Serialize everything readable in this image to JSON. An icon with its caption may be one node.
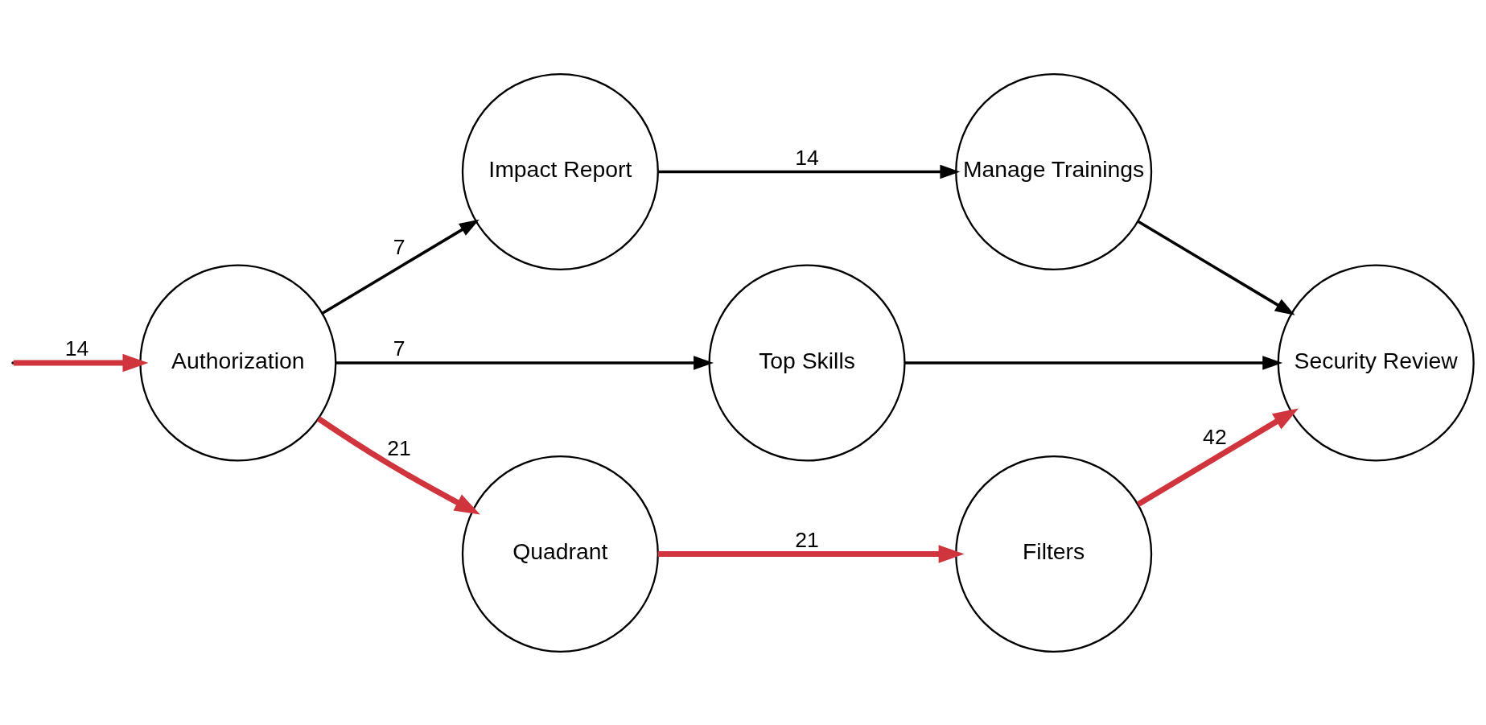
{
  "diagram": {
    "nodes": [
      {
        "text": [
          "Authorization"
        ]
      },
      {
        "text": [
          "Impact Report"
        ]
      },
      {
        "text": [
          "Manage Trainings"
        ]
      },
      {
        "text": [
          "Top Skills"
        ]
      },
      {
        "text": [
          "Quadrant"
        ]
      },
      {
        "text": [
          "Filters"
        ]
      },
      {
        "text": [
          "Security Review"
        ]
      }
    ],
    "edges": [
      {
        "from": null,
        "to": 0,
        "arrow": "to",
        "label": "14",
        "style": "thick",
        "color": "#d0343c"
      },
      {
        "from": 0,
        "to": 1,
        "arrow": "to",
        "label": "7"
      },
      {
        "from": 0,
        "to": 3,
        "arrow": "to",
        "label": "7"
      },
      {
        "from": 0,
        "to": 4,
        "arrow": "to",
        "label": "21",
        "style": "thick",
        "color": "#d0343c"
      },
      {
        "from": 1,
        "to": 2,
        "arrow": "to",
        "label": "14"
      },
      {
        "from": 4,
        "to": 5,
        "arrow": "to",
        "label": "21",
        "style": "thick",
        "color": "#d0343c"
      },
      {
        "from": 2,
        "to": 6,
        "arrow": "to"
      },
      {
        "from": 3,
        "to": 6,
        "arrow": "to"
      },
      {
        "from": 5,
        "to": 6,
        "arrow": "to",
        "label": "42",
        "style": "thick",
        "color": "#d0343c"
      }
    ]
  }
}
